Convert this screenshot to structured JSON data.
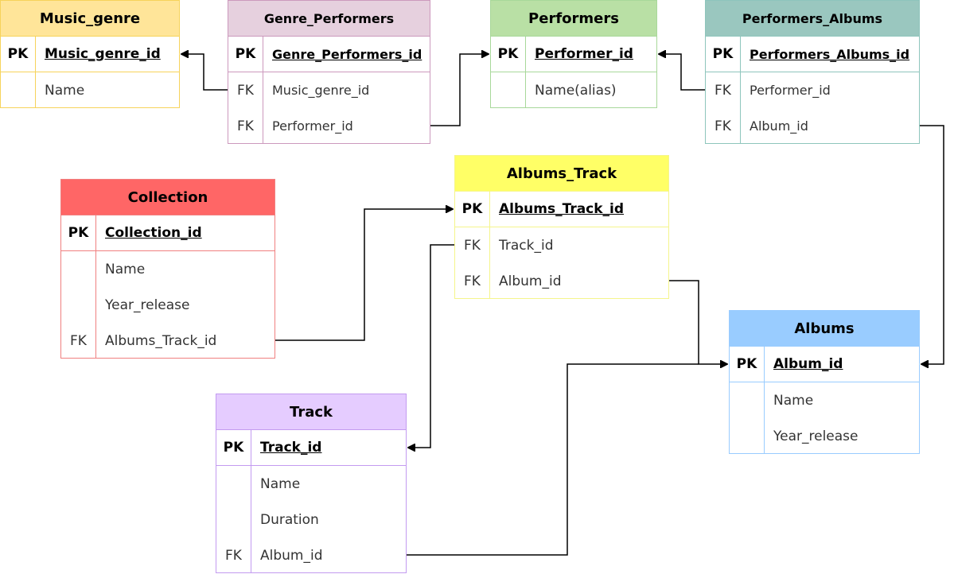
{
  "tables": {
    "music_genre": {
      "title": "Music_genre",
      "colors": {
        "fill": "#FFE599",
        "stroke": "#F6D35B"
      },
      "rows": [
        {
          "key": "PK",
          "field": "Music_genre_id"
        },
        {
          "key": "",
          "field": "Name"
        }
      ]
    },
    "genre_performers": {
      "title": "Genre_Performers",
      "colors": {
        "fill": "#E6D0DE",
        "stroke": "#CC99BD"
      },
      "rows": [
        {
          "key": "PK",
          "field": "Genre_Performers_id"
        },
        {
          "key": "FK",
          "field": "Music_genre_id"
        },
        {
          "key": "FK",
          "field": "Performer_id"
        }
      ]
    },
    "performers": {
      "title": "Performers",
      "colors": {
        "fill": "#B9E0A5",
        "stroke": "#A8D89A"
      },
      "rows": [
        {
          "key": "PK",
          "field": "Performer_id"
        },
        {
          "key": "",
          "field": "Name(alias)"
        }
      ]
    },
    "performers_albums": {
      "title": "Performers_Albums",
      "colors": {
        "fill": "#9AC7BF",
        "stroke": "#8EC5BC"
      },
      "rows": [
        {
          "key": "PK",
          "field": "Performers_Albums_id"
        },
        {
          "key": "FK",
          "field": "Performer_id"
        },
        {
          "key": "FK",
          "field": "Album_id"
        }
      ]
    },
    "albums_track": {
      "title": "Albums_Track",
      "colors": {
        "fill": "#FFFF66",
        "stroke": "#F5F58C"
      },
      "rows": [
        {
          "key": "PK",
          "field": "Albums_Track_id"
        },
        {
          "key": "FK",
          "field": "Track_id"
        },
        {
          "key": "FK",
          "field": "Album_id"
        }
      ]
    },
    "collection": {
      "title": "Collection",
      "colors": {
        "fill": "#FF6666",
        "stroke": "#F08080"
      },
      "rows": [
        {
          "key": "PK",
          "field": "Collection_id"
        },
        {
          "key": "",
          "field": "Name"
        },
        {
          "key": "",
          "field": "Year_release"
        },
        {
          "key": "FK",
          "field": "Albums_Track_id"
        }
      ]
    },
    "albums": {
      "title": "Albums",
      "colors": {
        "fill": "#99CCFF",
        "stroke": "#99CCFF"
      },
      "rows": [
        {
          "key": "PK",
          "field": "Album_id"
        },
        {
          "key": "",
          "field": "Name"
        },
        {
          "key": "",
          "field": "Year_release"
        }
      ]
    },
    "track": {
      "title": "Track",
      "colors": {
        "fill": "#E5CCFF",
        "stroke": "#C39BF0"
      },
      "rows": [
        {
          "key": "PK",
          "field": "Track_id"
        },
        {
          "key": "",
          "field": "Name"
        },
        {
          "key": "",
          "field": "Duration"
        },
        {
          "key": "FK",
          "field": "Album_id"
        }
      ]
    }
  },
  "relationships": [
    {
      "from": "genre_performers.Music_genre_id",
      "to": "music_genre.Music_genre_id"
    },
    {
      "from": "genre_performers.Performer_id",
      "to": "performers.Performer_id"
    },
    {
      "from": "performers_albums.Performer_id",
      "to": "performers.Performer_id"
    },
    {
      "from": "performers_albums.Album_id",
      "to": "albums.Album_id"
    },
    {
      "from": "collection.Albums_Track_id",
      "to": "albums_track.Albums_Track_id"
    },
    {
      "from": "albums_track.Track_id",
      "to": "track.Track_id"
    },
    {
      "from": "albums_track.Album_id",
      "to": "albums.Album_id"
    },
    {
      "from": "track.Album_id",
      "to": "albums.Album_id"
    }
  ],
  "line_color": "#000000"
}
